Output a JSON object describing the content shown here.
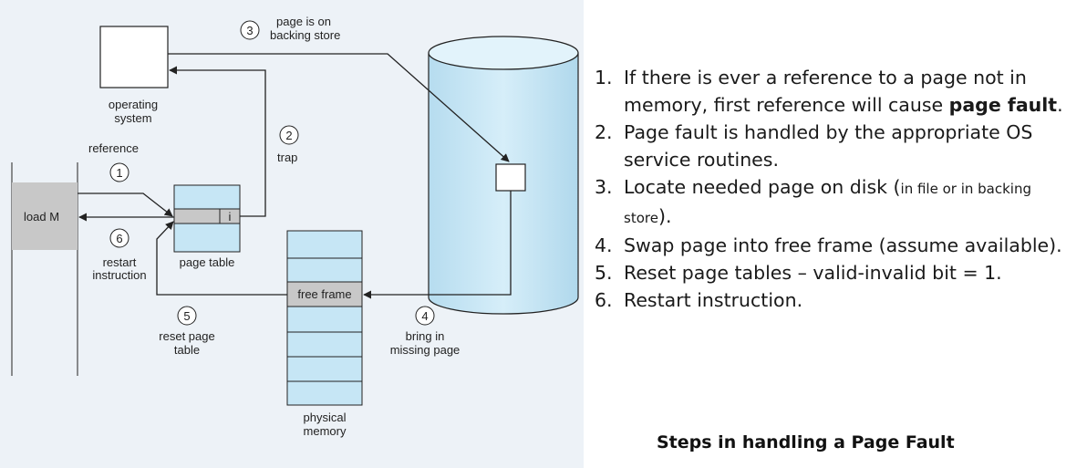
{
  "diagram": {
    "labels": {
      "operating_system_1": "operating",
      "operating_system_2": "system",
      "page_on_backing_store_1": "page is on",
      "page_on_backing_store_2": "backing store",
      "reference": "reference",
      "trap": "trap",
      "load_m": "load M",
      "invalid_bit": "i",
      "page_table": "page table",
      "restart_instruction_1": "restart",
      "restart_instruction_2": "instruction",
      "free_frame": "free frame",
      "reset_page_table_1": "reset page",
      "reset_page_table_2": "table",
      "bring_in_missing_page_1": "bring in",
      "bring_in_missing_page_2": "missing page",
      "physical_memory_1": "physical",
      "physical_memory_2": "memory"
    },
    "step_numbers": [
      "1",
      "2",
      "3",
      "4",
      "5",
      "6"
    ],
    "colors": {
      "panel_bg": "#edf2f7",
      "blue_fill": "#c6e6f5",
      "gray_fill": "#c8c8c8",
      "stroke": "#222222"
    }
  },
  "steps": [
    {
      "num": "1.",
      "line1": "If there is ever a reference to a page not in",
      "line2_pre": "memory, first reference will cause ",
      "line2_bold": "page fault",
      "line2_post": "."
    },
    {
      "num": "2.",
      "line1": "Page fault is handled by the appropriate OS",
      "line2": "service routines."
    },
    {
      "num": "3.",
      "line1_pre": "Locate needed page on disk (",
      "line1_small": "in file or in backing",
      "line2_small": "store",
      "line2_post": ")."
    },
    {
      "num": "4.",
      "text": "Swap page into free frame (assume available)."
    },
    {
      "num": "5.",
      "text": "Reset page tables – valid-invalid bit = 1."
    },
    {
      "num": "6.",
      "text": "Restart instruction."
    }
  ],
  "caption": "Steps in handling a Page Fault"
}
